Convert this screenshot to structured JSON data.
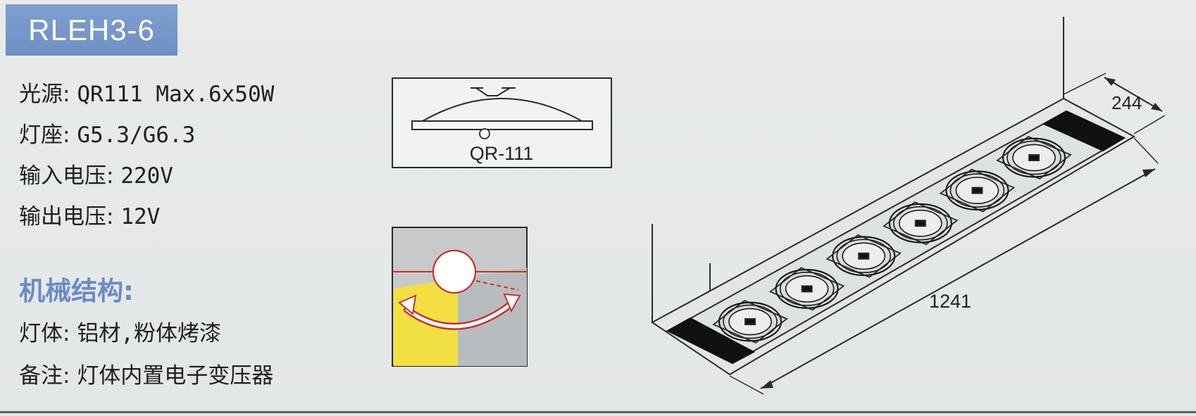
{
  "model": "RLEH3-6",
  "specs": [
    {
      "label": "光源:",
      "value": "QR111 Max.6x50W"
    },
    {
      "label": "灯座:",
      "value": "G5.3/G6.3"
    },
    {
      "label": "输入电压:",
      "value": "220V"
    },
    {
      "label": "输出电压:",
      "value": "12V"
    }
  ],
  "mechanical": {
    "heading": "机械结构:",
    "items": [
      {
        "label": "灯体:",
        "value": "铝材,粉体烤漆"
      },
      {
        "label": "备注:",
        "value": "灯体内置电子变压器"
      }
    ]
  },
  "lamp_diagram": {
    "caption": "QR-111"
  },
  "drawing": {
    "width_dim": "244",
    "length_dim": "1241",
    "lamp_count": 6
  },
  "colors": {
    "badge": "#7395c8",
    "heading": "#6a8cc4",
    "rotation_red": "#c8302e",
    "beam_yellow": "#f4e23a",
    "module_black": "#111111"
  },
  "icons": [
    "rotation-arrows-icon"
  ]
}
